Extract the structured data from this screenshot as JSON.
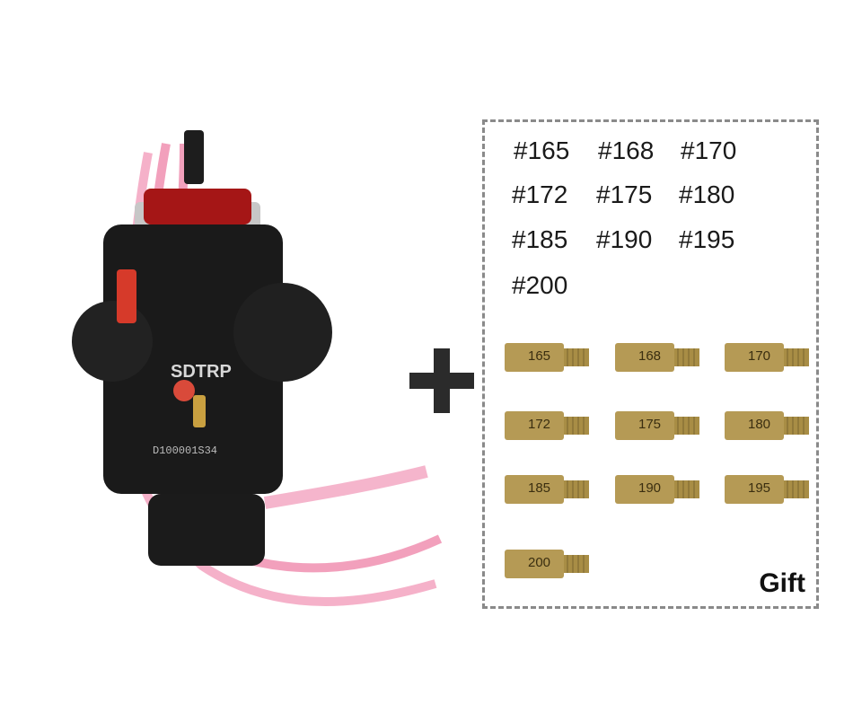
{
  "gift": {
    "jet_sizes": [
      "#165",
      "#168",
      "#170",
      "#172",
      "#175",
      "#180",
      "#185",
      "#190",
      "#195",
      "#200"
    ],
    "jet_labels": [
      "165",
      "168",
      "170",
      "172",
      "175",
      "180",
      "185",
      "190",
      "195",
      "200"
    ],
    "label": "Gift"
  },
  "product": {
    "brand_text": "SDTRP",
    "serial_text": "D100001S34"
  },
  "colors": {
    "body": "#1a1a1a",
    "hose": "#f08fb0",
    "accent_red": "#b01a1a",
    "brass": "#b59a55"
  }
}
